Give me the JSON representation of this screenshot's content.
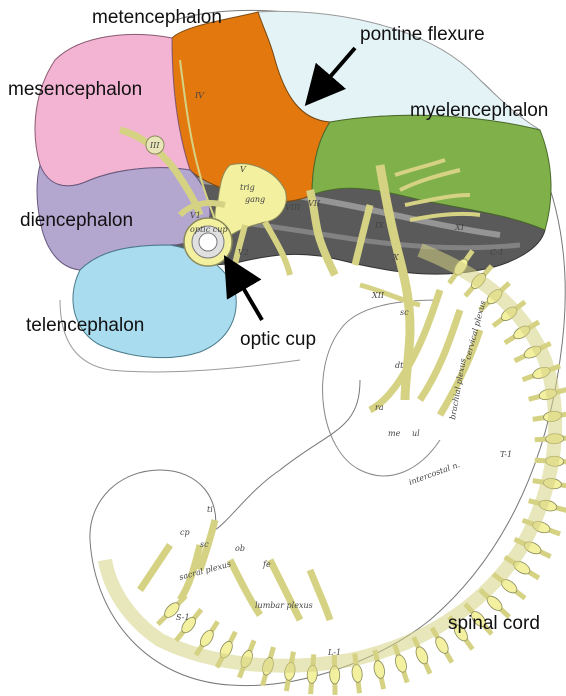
{
  "labels": {
    "metencephalon": "metencephalon",
    "pontine_flexure": "pontine flexure",
    "mesencephalon": "mesencephalon",
    "myelencephalon": "myelencephalon",
    "diencephalon": "diencephalon",
    "telencephalon": "telencephalon",
    "optic_cup": "optic cup",
    "spinal_cord": "spinal cord"
  },
  "minor_labels": {
    "trig_gang": [
      "trig",
      "gang"
    ],
    "optic_cup_inner": "optic cup",
    "cranial_nerves": [
      "III",
      "IV",
      "V",
      "VII",
      "VIII",
      "IX",
      "X",
      "XI",
      "XII",
      "V1",
      "V2"
    ],
    "cervical_plexus": "cervical plexus",
    "brachial_plexus": "brachial plexus",
    "intercostal_n": "intercostal n.",
    "lumbar_plexus": "lumbar plexus",
    "sacral_plexus": "sacral plexus",
    "segments": [
      "C-1",
      "T-1",
      "L-1",
      "S-1"
    ],
    "small": [
      "ti",
      "cp",
      "sc",
      "ob",
      "fe",
      "ra",
      "me",
      "ul",
      "sc",
      "dt"
    ]
  },
  "colors": {
    "metencephalon": "#e3780f",
    "mesencephalon": "#f2b4d2",
    "myelencephalon": "#7fb04a",
    "diencephalon": "#b3a6cf",
    "telencephalon": "#a8dcee",
    "pontine": "#e4f3f6",
    "nerve": "#f3f0a0",
    "nerve_stroke": "#8a8a5a",
    "tissue": "#555555"
  }
}
